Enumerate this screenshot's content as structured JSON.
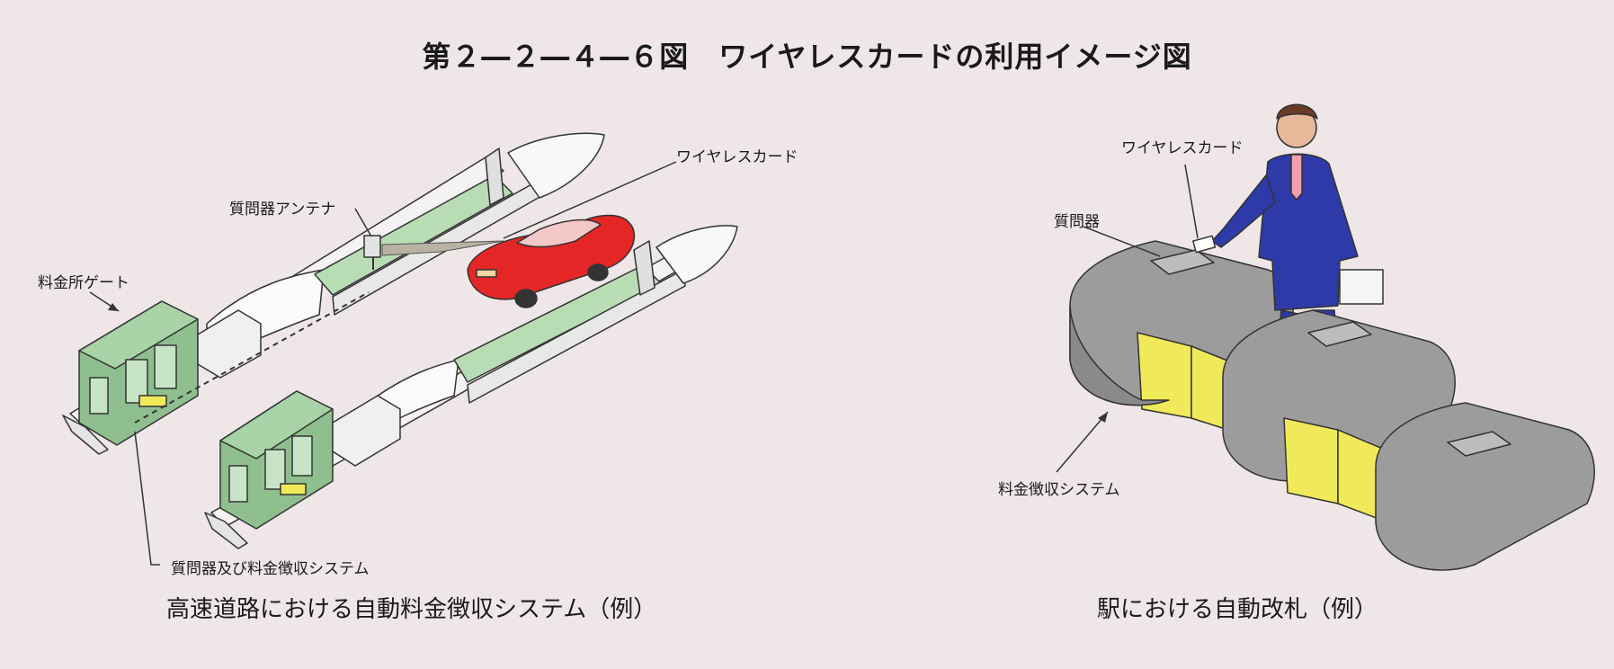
{
  "title": "第２―２―４―６図　ワイヤレスカードの利用イメージ図",
  "left_panel": {
    "caption": "高速道路における自動料金徴収システム（例）",
    "labels": {
      "wireless_card": "ワイヤレスカード",
      "antenna": "質問器アンテナ",
      "toll_gate": "料金所ゲート",
      "interrogator_system": "質問器及び料金徴収システム"
    }
  },
  "right_panel": {
    "caption": "駅における自動改札（例）",
    "labels": {
      "wireless_card": "ワイヤレスカード",
      "interrogator": "質問器",
      "fare_system": "料金徴収システム"
    }
  },
  "colors": {
    "background": "#efe7e7",
    "booth": "#8fbf8f",
    "car": "#e52626",
    "grass": "#b8dcb4",
    "gate": "#9c9c9c",
    "flap": "#f0ea5a",
    "suit": "#2e3aa8"
  }
}
